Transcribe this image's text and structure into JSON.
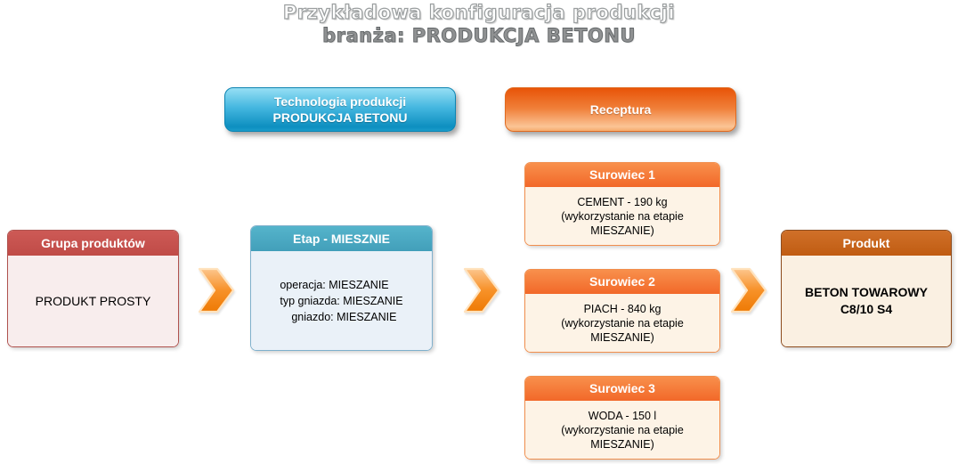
{
  "title": {
    "line1": "Przykładowa konfiguracja produkcji",
    "line2": "branża: PRODUKCJA BETONU"
  },
  "legend": {
    "technology": {
      "line1": "Technologia produkcji",
      "line2": "PRODUKCJA BETONU"
    },
    "recipe": {
      "label": "Receptura"
    }
  },
  "flow": {
    "product_group": {
      "header": "Grupa produktów",
      "value": "PRODUKT PROSTY"
    },
    "stage": {
      "header": "Etap - MIESZNIE",
      "line1": "operacja: MIESZANIE",
      "line2": "typ gniazda: MIESZANIE",
      "line3": "gniazdo: MIESZANIE"
    },
    "materials": [
      {
        "header": "Surowiec 1",
        "name_qty": "CEMENT - 190 kg",
        "note1": "(wykorzystanie na etapie",
        "note2": "MIESZANIE)"
      },
      {
        "header": "Surowiec 2",
        "name_qty": "PIACH - 840 kg",
        "note1": "(wykorzystanie na etapie",
        "note2": "MIESZANIE)"
      },
      {
        "header": "Surowiec 3",
        "name_qty": "WODA - 150 l",
        "note1": "(wykorzystanie na etapie",
        "note2": "MIESZANIE)"
      }
    ],
    "product": {
      "header": "Produkt",
      "line1": "BETON TOWAROWY",
      "line2": "C8/10 S4"
    }
  },
  "colors": {
    "technology_node": "#2aa6d4",
    "recipe_node": "#ec6615",
    "product_group_header": "#c5514d",
    "product_group_body": "#f8eded",
    "stage_header": "#4bacc6",
    "stage_body": "#eaf1f8",
    "material_header": "#f5782f",
    "material_body": "#fdf3e6",
    "product_header": "#c96520",
    "product_body": "#faf0e2",
    "arrow": "#f08010"
  }
}
